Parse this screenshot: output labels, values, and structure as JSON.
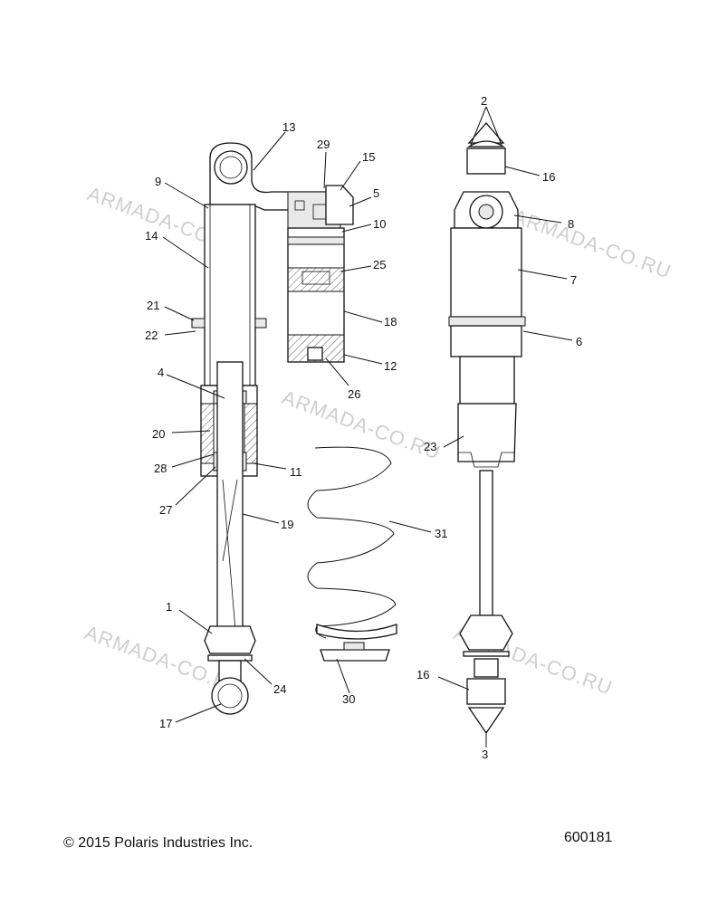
{
  "footer": {
    "copyright": "© 2015 Polaris Industries Inc.",
    "doc_number": "600181"
  },
  "watermark": "ARMADA-CO.RU",
  "callouts": [
    "1",
    "2",
    "3",
    "4",
    "5",
    "6",
    "7",
    "8",
    "9",
    "10",
    "11",
    "12",
    "13",
    "14",
    "15",
    "16",
    "17",
    "18",
    "19",
    "20",
    "21",
    "22",
    "23",
    "24",
    "25",
    "26",
    "27",
    "28",
    "29",
    "30",
    "31"
  ],
  "callout_16_repeat": "16"
}
